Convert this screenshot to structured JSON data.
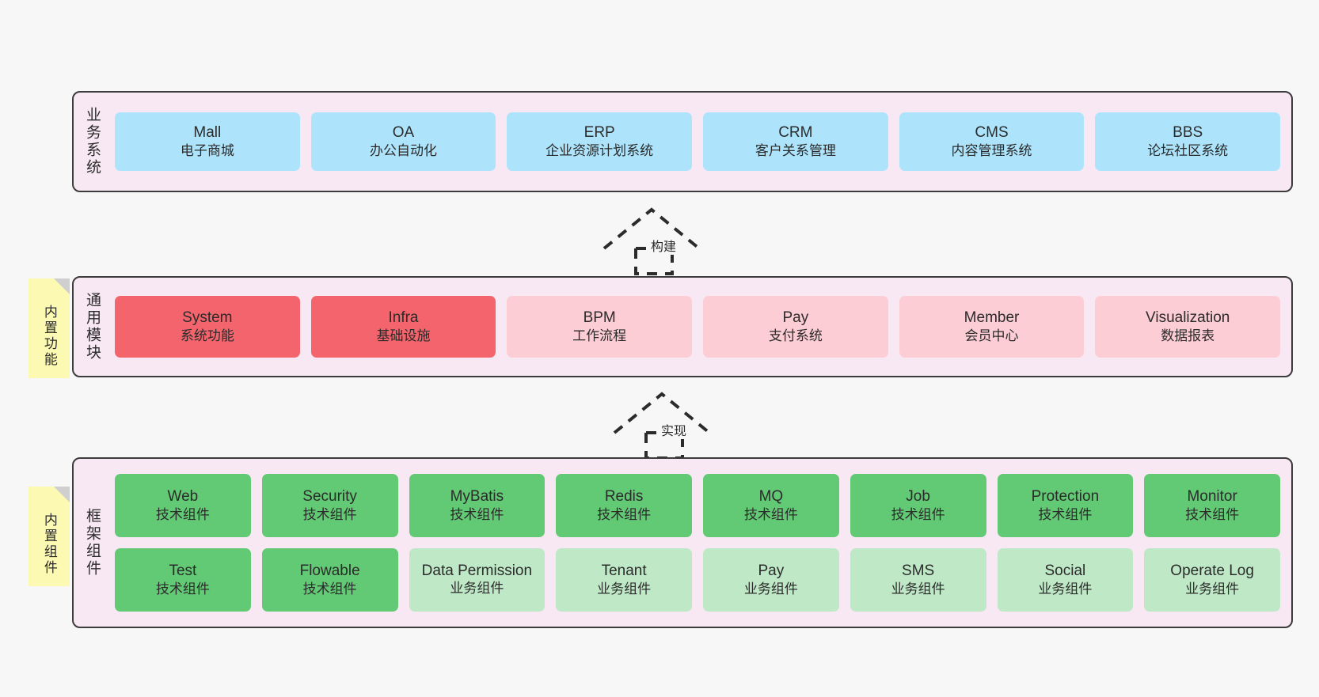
{
  "diagram": {
    "title": "ruoyi-vue-pro architecture layers",
    "colors": {
      "canvas_bg": "#f7f7f7",
      "layer_bg": "#f8e8f3",
      "layer_border": "#3c3c3c",
      "business_box": "#ade4fc",
      "module_core": "#f3646c",
      "module_other": "#fccdd4",
      "component_tech": "#62c974",
      "component_biz": "#bfe8c6",
      "sticky_note": "#fcfab2",
      "sticky_fold": "#cfcfcf"
    }
  },
  "layers": [
    {
      "id": "business-systems",
      "label": "业务系统",
      "boxes": [
        {
          "en": "Mall",
          "cn": "电子商城",
          "style": "b-blue"
        },
        {
          "en": "OA",
          "cn": "办公自动化",
          "style": "b-blue"
        },
        {
          "en": "ERP",
          "cn": "企业资源计划系统",
          "style": "b-blue"
        },
        {
          "en": "CRM",
          "cn": "客户关系管理",
          "style": "b-blue"
        },
        {
          "en": "CMS",
          "cn": "内容管理系统",
          "style": "b-blue"
        },
        {
          "en": "BBS",
          "cn": "论坛社区系统",
          "style": "b-blue"
        }
      ]
    },
    {
      "id": "common-modules",
      "label": "通用模块",
      "sticky": "内置功能",
      "boxes": [
        {
          "en": "System",
          "cn": "系统功能",
          "style": "b-red"
        },
        {
          "en": "Infra",
          "cn": "基础设施",
          "style": "b-red"
        },
        {
          "en": "BPM",
          "cn": "工作流程",
          "style": "b-pink"
        },
        {
          "en": "Pay",
          "cn": "支付系统",
          "style": "b-pink"
        },
        {
          "en": "Member",
          "cn": "会员中心",
          "style": "b-pink"
        },
        {
          "en": "Visualization",
          "cn": "数据报表",
          "style": "b-pink"
        }
      ]
    },
    {
      "id": "framework-components",
      "label": "框架组件",
      "sticky": "内置组件",
      "rows": [
        [
          {
            "en": "Web",
            "cn": "技术组件",
            "style": "b-green"
          },
          {
            "en": "Security",
            "cn": "技术组件",
            "style": "b-green"
          },
          {
            "en": "MyBatis",
            "cn": "技术组件",
            "style": "b-green"
          },
          {
            "en": "Redis",
            "cn": "技术组件",
            "style": "b-green"
          },
          {
            "en": "MQ",
            "cn": "技术组件",
            "style": "b-green"
          },
          {
            "en": "Job",
            "cn": "技术组件",
            "style": "b-green"
          },
          {
            "en": "Protection",
            "cn": "技术组件",
            "style": "b-green"
          },
          {
            "en": "Monitor",
            "cn": "技术组件",
            "style": "b-green"
          }
        ],
        [
          {
            "en": "Test",
            "cn": "技术组件",
            "style": "b-green"
          },
          {
            "en": "Flowable",
            "cn": "技术组件",
            "style": "b-green"
          },
          {
            "en": "Data Permission",
            "cn": "业务组件",
            "style": "b-lightgreen"
          },
          {
            "en": "Tenant",
            "cn": "业务组件",
            "style": "b-lightgreen"
          },
          {
            "en": "Pay",
            "cn": "业务组件",
            "style": "b-lightgreen"
          },
          {
            "en": "SMS",
            "cn": "业务组件",
            "style": "b-lightgreen"
          },
          {
            "en": "Social",
            "cn": "业务组件",
            "style": "b-lightgreen"
          },
          {
            "en": "Operate Log",
            "cn": "业务组件",
            "style": "b-lightgreen"
          }
        ]
      ]
    }
  ],
  "arrows": [
    {
      "id": "arrow-build",
      "label": "构建"
    },
    {
      "id": "arrow-implement",
      "label": "实现"
    }
  ]
}
